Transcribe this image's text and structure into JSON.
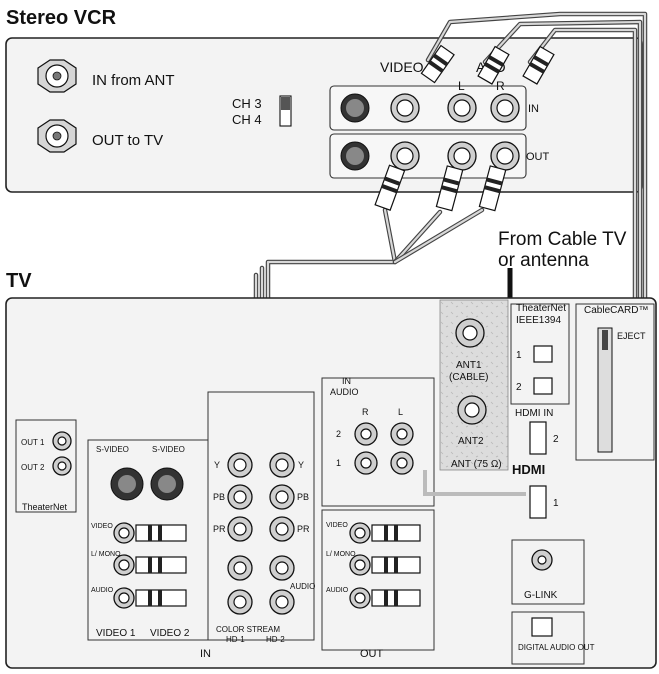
{
  "vcr": {
    "title": "Stereo VCR",
    "in_from_ant": "IN from ANT",
    "out_to_tv": "OUT to TV",
    "ch3": "CH 3",
    "ch4": "CH 4",
    "video": "VIDEO",
    "audio": "AUD",
    "l": "L",
    "r": "R",
    "in": "IN",
    "out": "OUT"
  },
  "cable_tv_label_line1": "From Cable TV",
  "cable_tv_label_line2": "or antenna",
  "tv": {
    "title": "TV",
    "theaternet": "TheaterNet",
    "ieee1394": "IEEE1394",
    "port1": "1",
    "port2": "2",
    "ant1": "ANT1",
    "cable": "(CABLE)",
    "ant2": "ANT2",
    "ant_75": "ANT (75 Ω)",
    "hdmi_in": "HDMI IN",
    "hdmi_logo": "HDMI",
    "cablecard": "CableCARD™",
    "eject": "EJECT",
    "out1": "OUT 1",
    "out2": "OUT 2",
    "theaternet_bottom": "TheaterNet",
    "svideo": "S-VIDEO",
    "video_lbl": "VIDEO",
    "l_mono": "L/ MONO",
    "audio_lbl": "AUDIO",
    "l": "L/",
    "r": "R",
    "video1": "VIDEO 1",
    "video2": "VIDEO 2",
    "y": "Y",
    "pb": "PB",
    "pr": "PR",
    "color_stream": "COLOR STREAM",
    "hd1": "HD-1",
    "hd2": "HD-2",
    "in_bottom": "IN",
    "in_audio_in": "IN",
    "in_audio": "AUDIO",
    "r_top": "R",
    "l_top": "L",
    "row2": "2",
    "row1": "1",
    "out_bottom": "OUT",
    "g_link": "G-LINK",
    "digital_audio_out": "DIGITAL AUDIO OUT"
  }
}
